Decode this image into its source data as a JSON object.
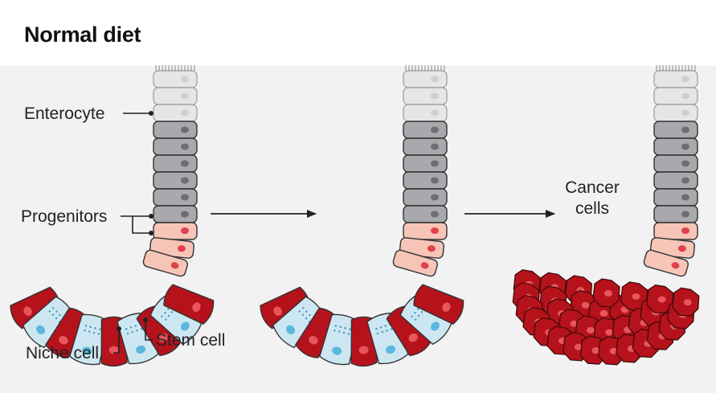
{
  "title": "Normal diet",
  "labels": {
    "enterocyte": "Enterocyte",
    "progenitors": "Progenitors",
    "niche_cell": "Niche cell",
    "stem_cell": "Stem cell",
    "cancer_line1": "Cancer",
    "cancer_line2": "cells"
  },
  "colors": {
    "enterocyte": "#e6e6e6",
    "progenitor": "#a7a9ac",
    "transit": "#f6c5b8",
    "niche": "#b5121b",
    "stem": "#cde7f2",
    "background": "#f2f2f2"
  }
}
